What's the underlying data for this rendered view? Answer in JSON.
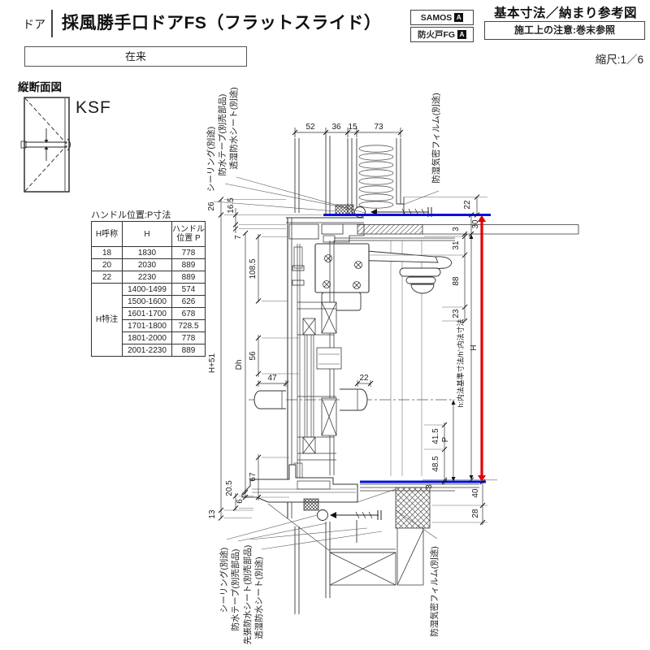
{
  "header": {
    "category": "ドア",
    "title": "採風勝手口ドアFS（フラットスライド）",
    "badges": [
      {
        "label": "SAMOS",
        "mark": "A"
      },
      {
        "label": "防火戸FG",
        "mark": "A"
      }
    ],
    "ref_title": "基本寸法／納まり参考図",
    "note": "施工上の注意:巻末参照",
    "construction": "在来",
    "scale": "縮尺:1／6"
  },
  "section": {
    "label": "縦断面図",
    "model": "KSF"
  },
  "handle_table": {
    "title": "ハンドル位置:P寸法",
    "headers": [
      "H呼称",
      "H",
      "ハンドル位置 P"
    ],
    "header_p_lines": [
      "ハンドル",
      "位置 P"
    ],
    "rows": [
      {
        "name": "18",
        "h": "1830",
        "p": "778"
      },
      {
        "name": "20",
        "h": "2030",
        "p": "889"
      },
      {
        "name": "22",
        "h": "2230",
        "p": "889"
      }
    ],
    "special_label": "H特注",
    "special_rows": [
      {
        "h": "1400-1499",
        "p": "574"
      },
      {
        "h": "1500-1600",
        "p": "626"
      },
      {
        "h": "1601-1700",
        "p": "678"
      },
      {
        "h": "1701-1800",
        "p": "728.5"
      },
      {
        "h": "1801-2000",
        "p": "778"
      },
      {
        "h": "2001-2230",
        "p": "889"
      }
    ]
  },
  "drawing": {
    "dims": {
      "w52": "52",
      "w36": "36",
      "w15": "15",
      "w73": "73",
      "d26": "26",
      "d165": "16.5",
      "d7": "7",
      "d1085": "108.5",
      "hplus": "H+51",
      "dh": "Dh",
      "d56": "56",
      "d47": "47",
      "d22h": "22",
      "d67": "67",
      "d205": "20.5",
      "d6": "6",
      "d13": "13",
      "r3a": "3",
      "r31": "31",
      "r88": "88",
      "r23": "23",
      "r30": "30",
      "r22": "22",
      "rH": "H",
      "hnote": "h:内法基準寸法/h':内法寸法",
      "rP": "P",
      "r415": "41.5",
      "r485": "48.5",
      "r3b": "3",
      "r40": "40",
      "r28": "28"
    },
    "labels": {
      "top": [
        "シーリング(別途)",
        "防水テープ(別売部品)",
        "透湿防水シート(別途)",
        "防湿気密フィルム(別途)"
      ],
      "bottom": [
        "シーリング(別途)",
        "防水テープ(別売部品)",
        "先張防水シート(別売部品)",
        "透湿防水シート(別途)",
        "防湿気密フィルム(別途)"
      ]
    },
    "colors": {
      "datum_line": "#0010dd",
      "dimension_h": "#e00000"
    }
  }
}
